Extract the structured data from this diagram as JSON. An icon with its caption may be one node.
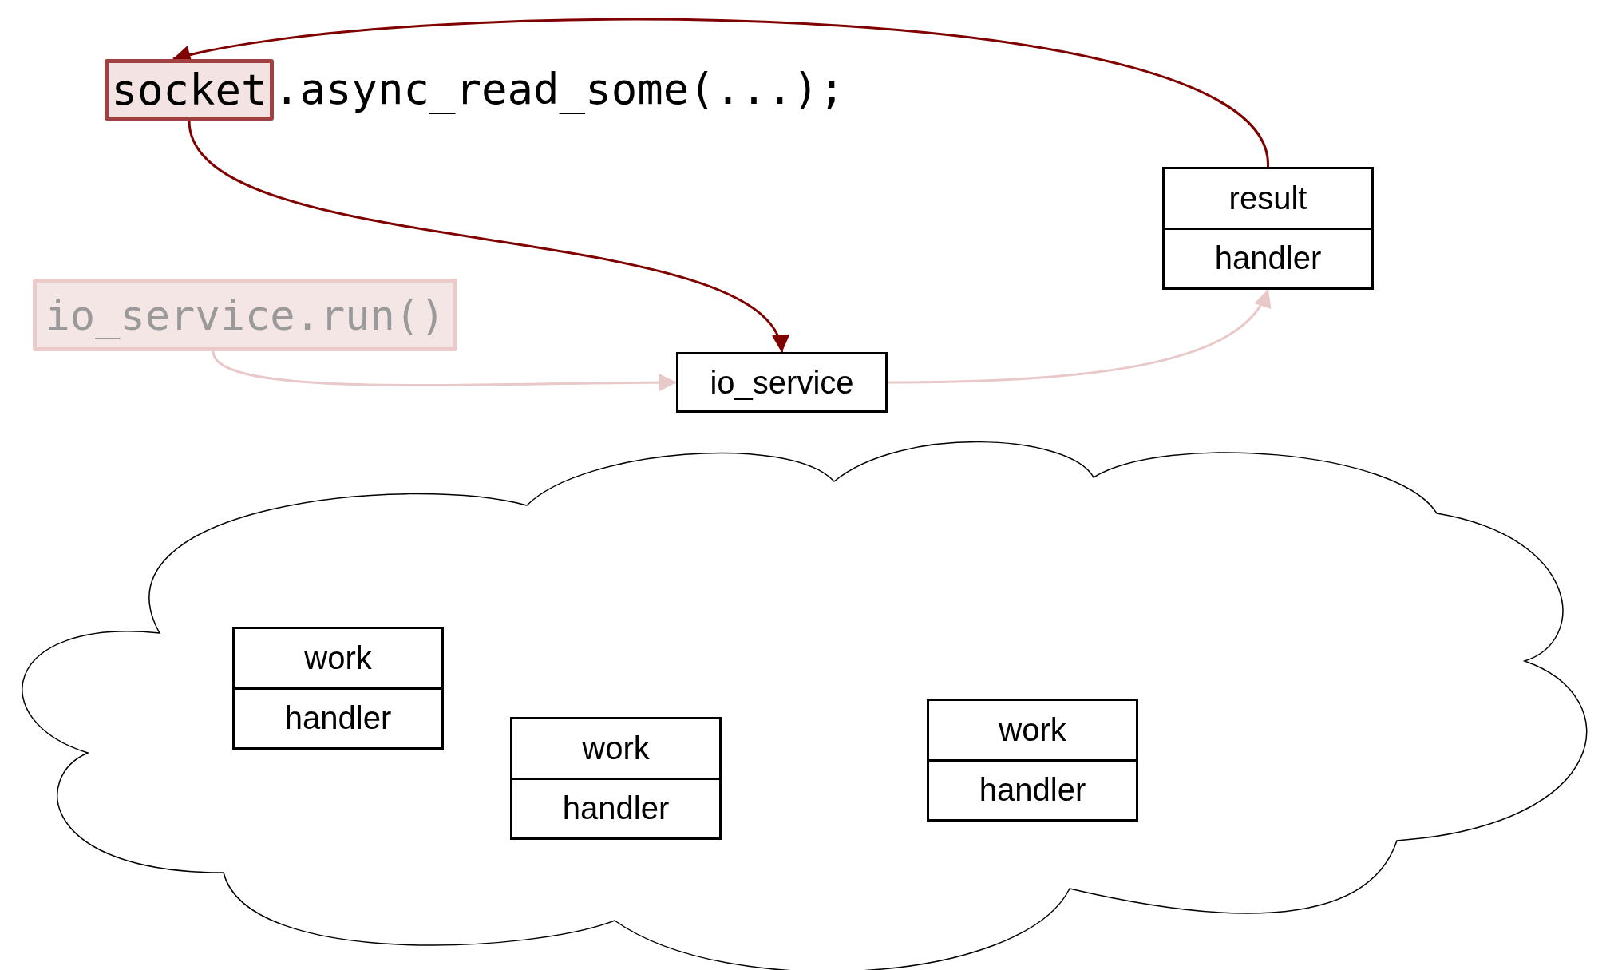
{
  "diagram": {
    "nodes": [
      {
        "text": [
          "socket"
        ],
        "beside": [
          ".async_read_some(...);"
        ]
      },
      {
        "text": [
          "io_service.run()"
        ]
      },
      {
        "text": [
          "io_service"
        ]
      },
      {
        "text": [
          "result",
          "handler"
        ]
      },
      {
        "text": [],
        "shape": "cloud"
      },
      {
        "text": [
          "work",
          "handler"
        ],
        "in": 4
      },
      {
        "text": [
          "work",
          "handler"
        ],
        "in": 4
      },
      {
        "text": [
          "work",
          "handler"
        ],
        "in": 4
      }
    ],
    "edges": [
      {
        "from": 0,
        "to": 2,
        "arrow": "to"
      },
      {
        "from": 1,
        "to": 2,
        "arrow": "to",
        "color": "#e8c8c8"
      },
      {
        "from": 2,
        "to": 3,
        "arrow": "to",
        "color": "#e8c8c8"
      },
      {
        "from": 3,
        "to": 0,
        "arrow": "to"
      }
    ]
  }
}
